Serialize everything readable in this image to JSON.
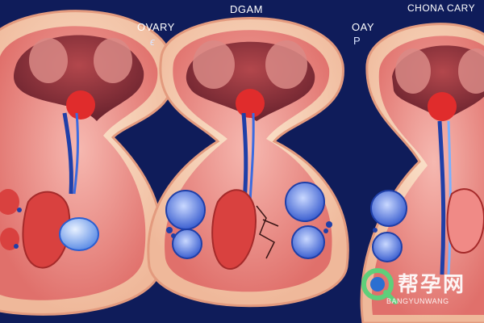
{
  "labels": {
    "ovary": "OVARY",
    "e_glyph": "ϵ",
    "dgam": "DGAM",
    "oay": "OAY",
    "p_glyph": "P",
    "chona_cary": "CHONA CARY"
  },
  "watermark": {
    "title": "帮孕网",
    "subtitle": "BANGYUNWANG",
    "icon": "q-logo-icon"
  },
  "colors": {
    "background": "#0f1c5a",
    "tissue_outer": "#f6d6b8",
    "tissue_pink": "#f2a7a3",
    "tissue_red": "#d9413f",
    "uterus_inner": "#8a2f36",
    "vessel_blue": "#2b5fd1",
    "cell_blue": "#4a6fe0"
  }
}
